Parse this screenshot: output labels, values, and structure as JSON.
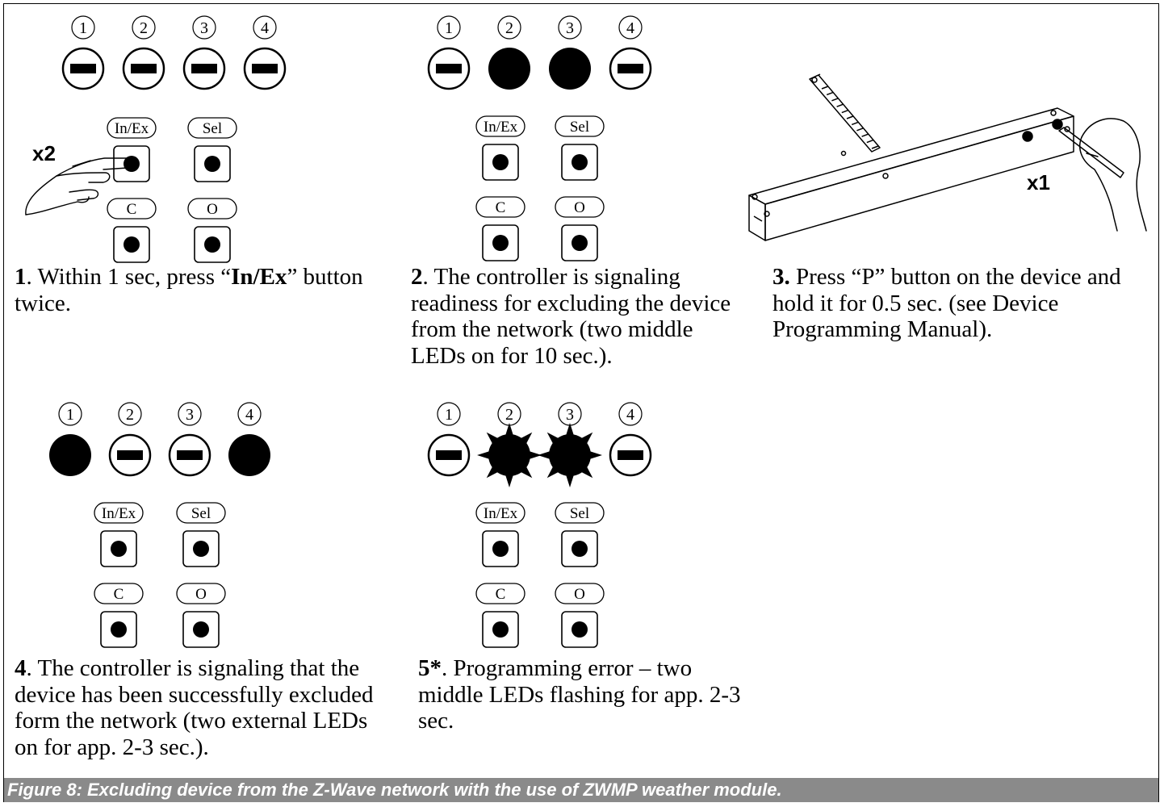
{
  "panels": [
    {
      "id": "p1",
      "leds": [
        "off",
        "off",
        "off",
        "off"
      ],
      "press_count": "x2",
      "caption": {
        "num": "1",
        "sep": ". Within 1 sec, press  “",
        "bold": "In/Ex",
        "rest": "” button twice."
      }
    },
    {
      "id": "p2",
      "leds": [
        "off",
        "on",
        "on",
        "off"
      ],
      "caption": {
        "num": "2",
        "rest": ". The controller is signaling readiness for excluding the device from the network (two middle LEDs on for 10 sec.)."
      }
    },
    {
      "id": "p3",
      "press_count": "x1",
      "caption": {
        "num": "3.",
        "rest": " Press “P” button on the device and hold it for 0.5 sec.  (see Device Programming Manual)."
      }
    },
    {
      "id": "p4",
      "leds": [
        "on",
        "off",
        "off",
        "on"
      ],
      "caption": {
        "num": "4",
        "rest": ". The controller is signaling that the device has been successfully excluded form the network (two external LEDs on for app. 2-3 sec.)."
      }
    },
    {
      "id": "p5",
      "leds": [
        "off",
        "flash",
        "flash",
        "off"
      ],
      "caption": {
        "num": "5*",
        "rest": ". Programming error – two middle LEDs flashing for app. 2-3 sec."
      }
    }
  ],
  "led_numbers": [
    "1",
    "2",
    "3",
    "4"
  ],
  "button_labels": [
    "In/Ex",
    "Sel",
    "C",
    "O"
  ],
  "figure_caption": "Figure 8: Excluding device from the Z-Wave network with the use of ZWMP weather module.",
  "colors": {
    "caption_bar": "#8a8a8a",
    "ink": "#000000"
  },
  "icons": [
    "hand-pointing-icon",
    "hand-with-pen-icon",
    "weather-module-device-icon"
  ]
}
